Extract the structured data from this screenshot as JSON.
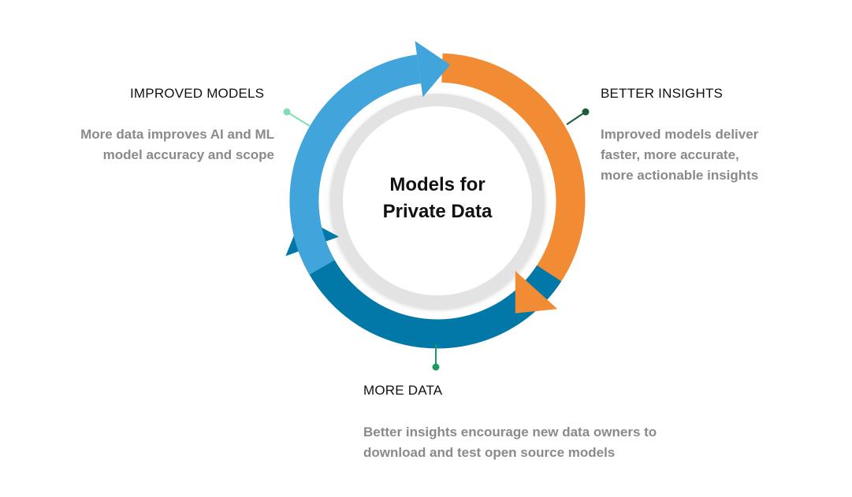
{
  "diagram": {
    "center": {
      "line1": "Models for",
      "line2": "Private Data"
    },
    "stages": {
      "improved_models": {
        "title": "IMPROVED MODELS",
        "desc_line1": "More data improves AI and ML",
        "desc_line2": "model accuracy and scope",
        "color": "#41a4da",
        "dot_color": "#7ee0b0"
      },
      "better_insights": {
        "title": "BETTER INSIGHTS",
        "desc_line1": "Improved models deliver",
        "desc_line2": "faster, more accurate,",
        "desc_line3": "more actionable insights",
        "color": "#f18b34",
        "dot_color": "#1e5a3c"
      },
      "more_data": {
        "title": "MORE DATA",
        "desc_line1": "Better insights encourage new data owners to",
        "desc_line2": "download and test open source models",
        "color": "#0278a8",
        "dot_color": "#1f9a5e"
      }
    },
    "colors": {
      "inner_ring": "#e3e3e3",
      "text": "#111111",
      "desc_text": "#8a8a8a"
    }
  }
}
